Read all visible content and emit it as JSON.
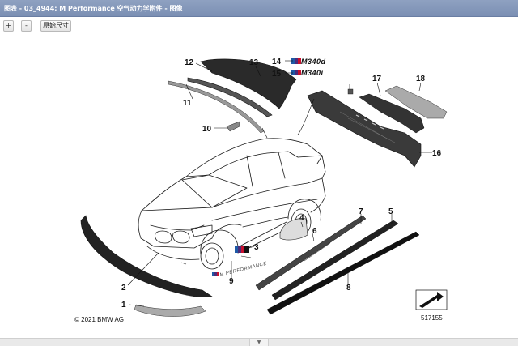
{
  "window": {
    "title": "图表 - 03_4944: M Performance 空气动力学附件 - 图像"
  },
  "toolbar": {
    "zoom_in_label": "+",
    "zoom_out_label": "-",
    "original_size_label": "原始尺寸"
  },
  "diagram": {
    "callouts": [
      "1",
      "2",
      "3",
      "4",
      "5",
      "6",
      "7",
      "8",
      "9",
      "10",
      "11",
      "12",
      "13",
      "14",
      "15",
      "16",
      "17",
      "18"
    ],
    "badge_340d": "M340d",
    "badge_340i": "M340i",
    "performance_text": "M PERFORMANCE",
    "copyright": "© 2021 BMW AG",
    "ref_number": "517155"
  },
  "footer": {
    "handle_icon": "chevron-down-icon"
  }
}
